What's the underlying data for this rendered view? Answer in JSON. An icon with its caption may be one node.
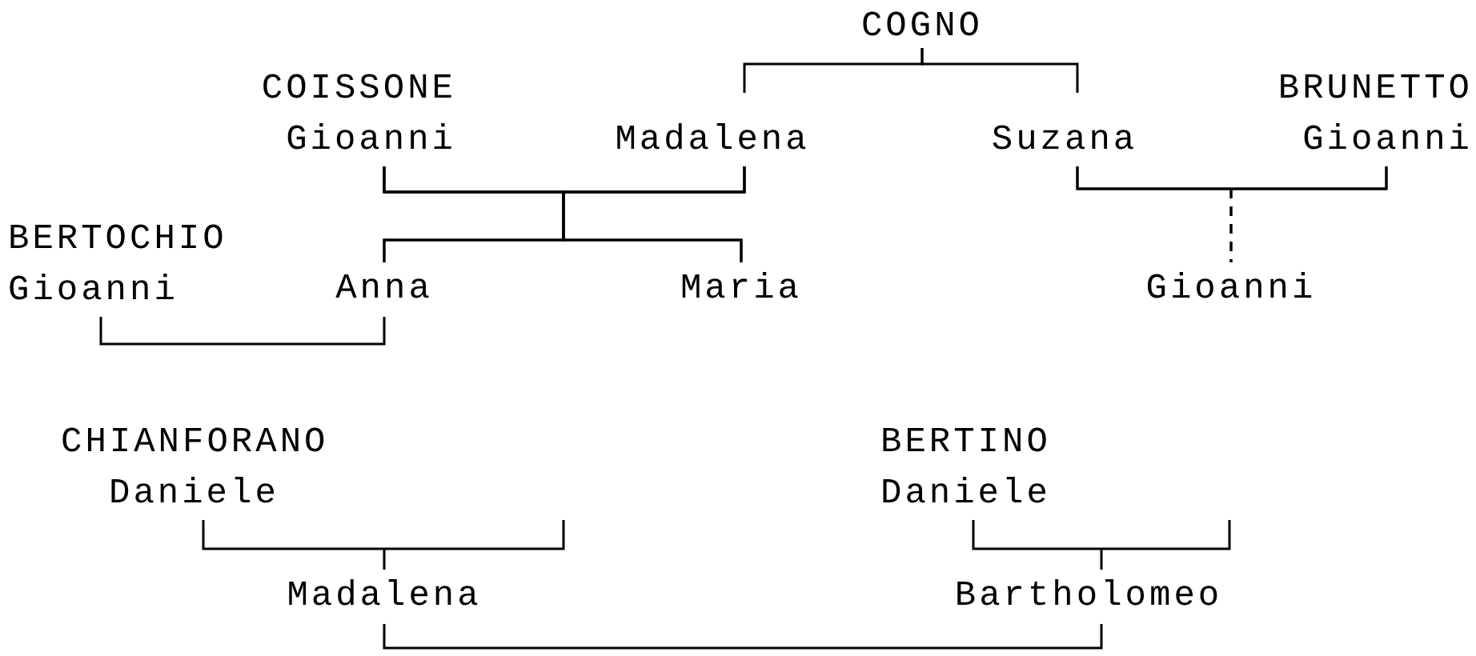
{
  "diagram": {
    "nodes": [
      {
        "text": [
          "COGNO"
        ]
      },
      {
        "text": [
          "COISSONE",
          "Gioanni"
        ]
      },
      {
        "text": [
          "Madalena"
        ]
      },
      {
        "text": [
          "Suzana"
        ]
      },
      {
        "text": [
          "BRUNETTO",
          "Gioanni"
        ]
      },
      {
        "text": [
          "BERTOCHIO",
          "Gioanni"
        ]
      },
      {
        "text": [
          "Anna"
        ]
      },
      {
        "text": [
          "Maria"
        ]
      },
      {
        "text": [
          "Gioanni"
        ]
      },
      {
        "text": [
          "CHIANFORANO",
          "Daniele"
        ]
      },
      {
        "text": [
          "BERTINO",
          "Daniele"
        ]
      },
      {
        "text": [
          "Madalena"
        ]
      },
      {
        "text": [
          "Bartholomeo"
        ]
      }
    ],
    "edges": [
      {
        "from": 0,
        "to": 2,
        "arrow": "none"
      },
      {
        "from": 0,
        "to": 3,
        "arrow": "none"
      },
      {
        "from": 1,
        "to": 2,
        "arrow": "none"
      },
      {
        "from": 1,
        "to": 6,
        "arrow": "none"
      },
      {
        "from": 2,
        "to": 6,
        "arrow": "none"
      },
      {
        "from": 1,
        "to": 7,
        "arrow": "none"
      },
      {
        "from": 2,
        "to": 7,
        "arrow": "none"
      },
      {
        "from": 3,
        "to": 4,
        "arrow": "none"
      },
      {
        "from": 3,
        "to": 8,
        "arrow": "none",
        "style": "dashed"
      },
      {
        "from": 4,
        "to": 8,
        "arrow": "none",
        "style": "dashed"
      },
      {
        "from": 5,
        "to": 6,
        "arrow": "none"
      },
      {
        "from": 9,
        "to": 11,
        "arrow": "none"
      },
      {
        "from": 10,
        "to": 12,
        "arrow": "none"
      },
      {
        "from": 11,
        "to": 12,
        "arrow": "none"
      }
    ]
  }
}
